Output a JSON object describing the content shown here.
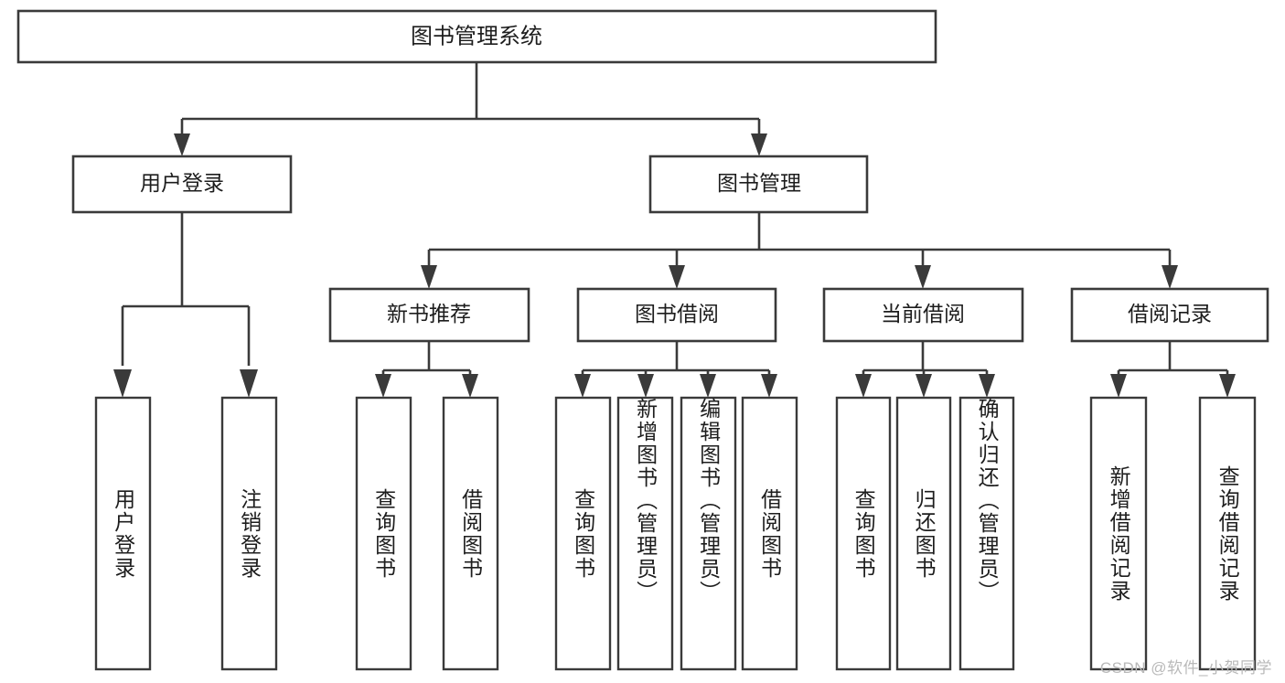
{
  "diagram": {
    "title": "图书管理系统",
    "type": "tree",
    "orientation": "top-down",
    "colors": {
      "stroke": "#3a3a3a",
      "fill": "#ffffff",
      "text": "#1d1d1d",
      "watermark": "#b9b9b9"
    },
    "levels": {
      "root": {
        "label": "图书管理系统"
      },
      "level2": [
        {
          "id": "user-login",
          "label": "用户登录"
        },
        {
          "id": "book-manage",
          "label": "图书管理"
        }
      ],
      "level3": [
        {
          "id": "new-book-rec",
          "label": "新书推荐",
          "parent": "book-manage"
        },
        {
          "id": "book-borrow",
          "label": "图书借阅",
          "parent": "book-manage"
        },
        {
          "id": "current-borrow",
          "label": "当前借阅",
          "parent": "book-manage"
        },
        {
          "id": "borrow-record",
          "label": "借阅记录",
          "parent": "book-manage"
        }
      ],
      "leaves": [
        {
          "id": "leaf-user-login",
          "label": "用户登录",
          "parent": "user-login"
        },
        {
          "id": "leaf-logout",
          "label": "注销登录",
          "parent": "user-login"
        },
        {
          "id": "leaf-query-book-1",
          "label": "查询图书",
          "parent": "new-book-rec"
        },
        {
          "id": "leaf-borrow-book-1",
          "label": "借阅图书",
          "parent": "new-book-rec"
        },
        {
          "id": "leaf-query-book-2",
          "label": "查询图书",
          "parent": "book-borrow"
        },
        {
          "id": "leaf-add-book",
          "label": "新增图书（管理员）",
          "parent": "book-borrow"
        },
        {
          "id": "leaf-edit-book",
          "label": "编辑图书（管理员）",
          "parent": "book-borrow"
        },
        {
          "id": "leaf-borrow-book-2",
          "label": "借阅图书",
          "parent": "book-borrow"
        },
        {
          "id": "leaf-query-book-3",
          "label": "查询图书",
          "parent": "current-borrow"
        },
        {
          "id": "leaf-return-book",
          "label": "归还图书",
          "parent": "current-borrow"
        },
        {
          "id": "leaf-confirm-return",
          "label": "确认归还（管理员）",
          "parent": "current-borrow"
        },
        {
          "id": "leaf-add-record",
          "label": "新增借阅记录",
          "parent": "borrow-record"
        },
        {
          "id": "leaf-query-record",
          "label": "查询借阅记录",
          "parent": "borrow-record"
        }
      ]
    },
    "watermark": "CSDN @软件_小贺同学"
  }
}
